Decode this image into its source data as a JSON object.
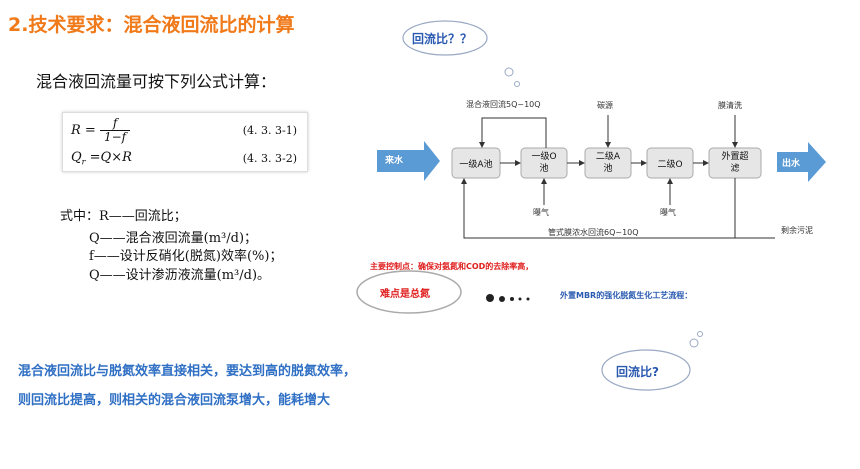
{
  "title": "2.技术要求：混合液回流比的计算",
  "intro": "混合液回流量可按下列公式计算：",
  "formula": {
    "r1_lhs": "R",
    "r1_num": "f",
    "r1_den": "1−f",
    "r1_no": "(4. 3. 3-1)",
    "r2_text": "Q",
    "r2_sub": "r",
    "r2_rhs": "=Q×R",
    "r2_no": "(4. 3. 3-2)"
  },
  "legend": {
    "line1": "式中：R——回流比；",
    "line2": "Q——混合液回流量(m³/d)；",
    "line3": "f——设计反硝化(脱氮)效率(%)；",
    "line4": "Q——设计渗沥液流量(m³/d)。"
  },
  "bottom_text": {
    "line1": "混合液回流比与脱氮效率直接相关，要达到高的脱氮效率，",
    "line2": "则回流比提高，则相关的混合液回流泵增大，能耗增大"
  },
  "clouds": {
    "top": "回流比？？",
    "left": "难点是总氮",
    "bottom": "回流比?"
  },
  "diagram": {
    "inflow": "来水",
    "outflow": "出水",
    "tanks": [
      "一级A池",
      "一级O池",
      "二级A池",
      "二级O",
      "外置超滤"
    ],
    "recycle_label": "混合液回流5Q~10Q",
    "carbon": "碳源",
    "membrane_clean": "膜清洗",
    "aeration1": "曝气",
    "aeration2": "曝气",
    "membrane_return": "管式膜浓水回流6Q~10Q",
    "sludge": "剩余污泥"
  },
  "red_note": "主要控制点：确保对氨氮和COD的去除率高，",
  "caption": "外置MBR的强化脱氮生化工艺流程：",
  "colors": {
    "title": "#f07a1a",
    "blue_text": "#2f6fc4",
    "arrow_fill": "#5b9bd5",
    "tank_fill": "#e6e6e6",
    "red_note": "#e01f1f"
  }
}
